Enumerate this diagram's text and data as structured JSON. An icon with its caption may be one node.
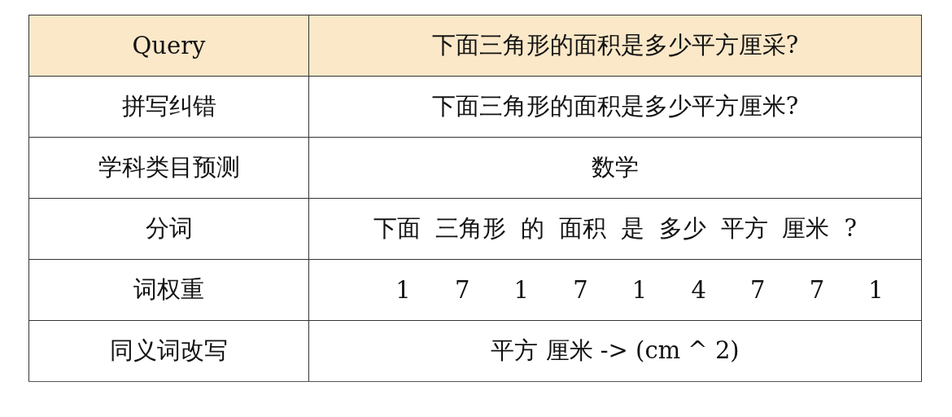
{
  "diagram": {
    "labels": [
      "Query",
      "下面三角形的面积是多少平方厘采?",
      "拼写纠错",
      "下面三角形的面积是多少平方厘米?",
      "学科类目预测",
      "数学",
      "分词",
      "下面 三角形 的 面积 是 多少 平方 厘米 ?",
      "词权重",
      "1 7 1 7 1 4 7 7 1",
      "同义词改写",
      "平方 厘米 -> (cm ^ 2)"
    ]
  }
}
